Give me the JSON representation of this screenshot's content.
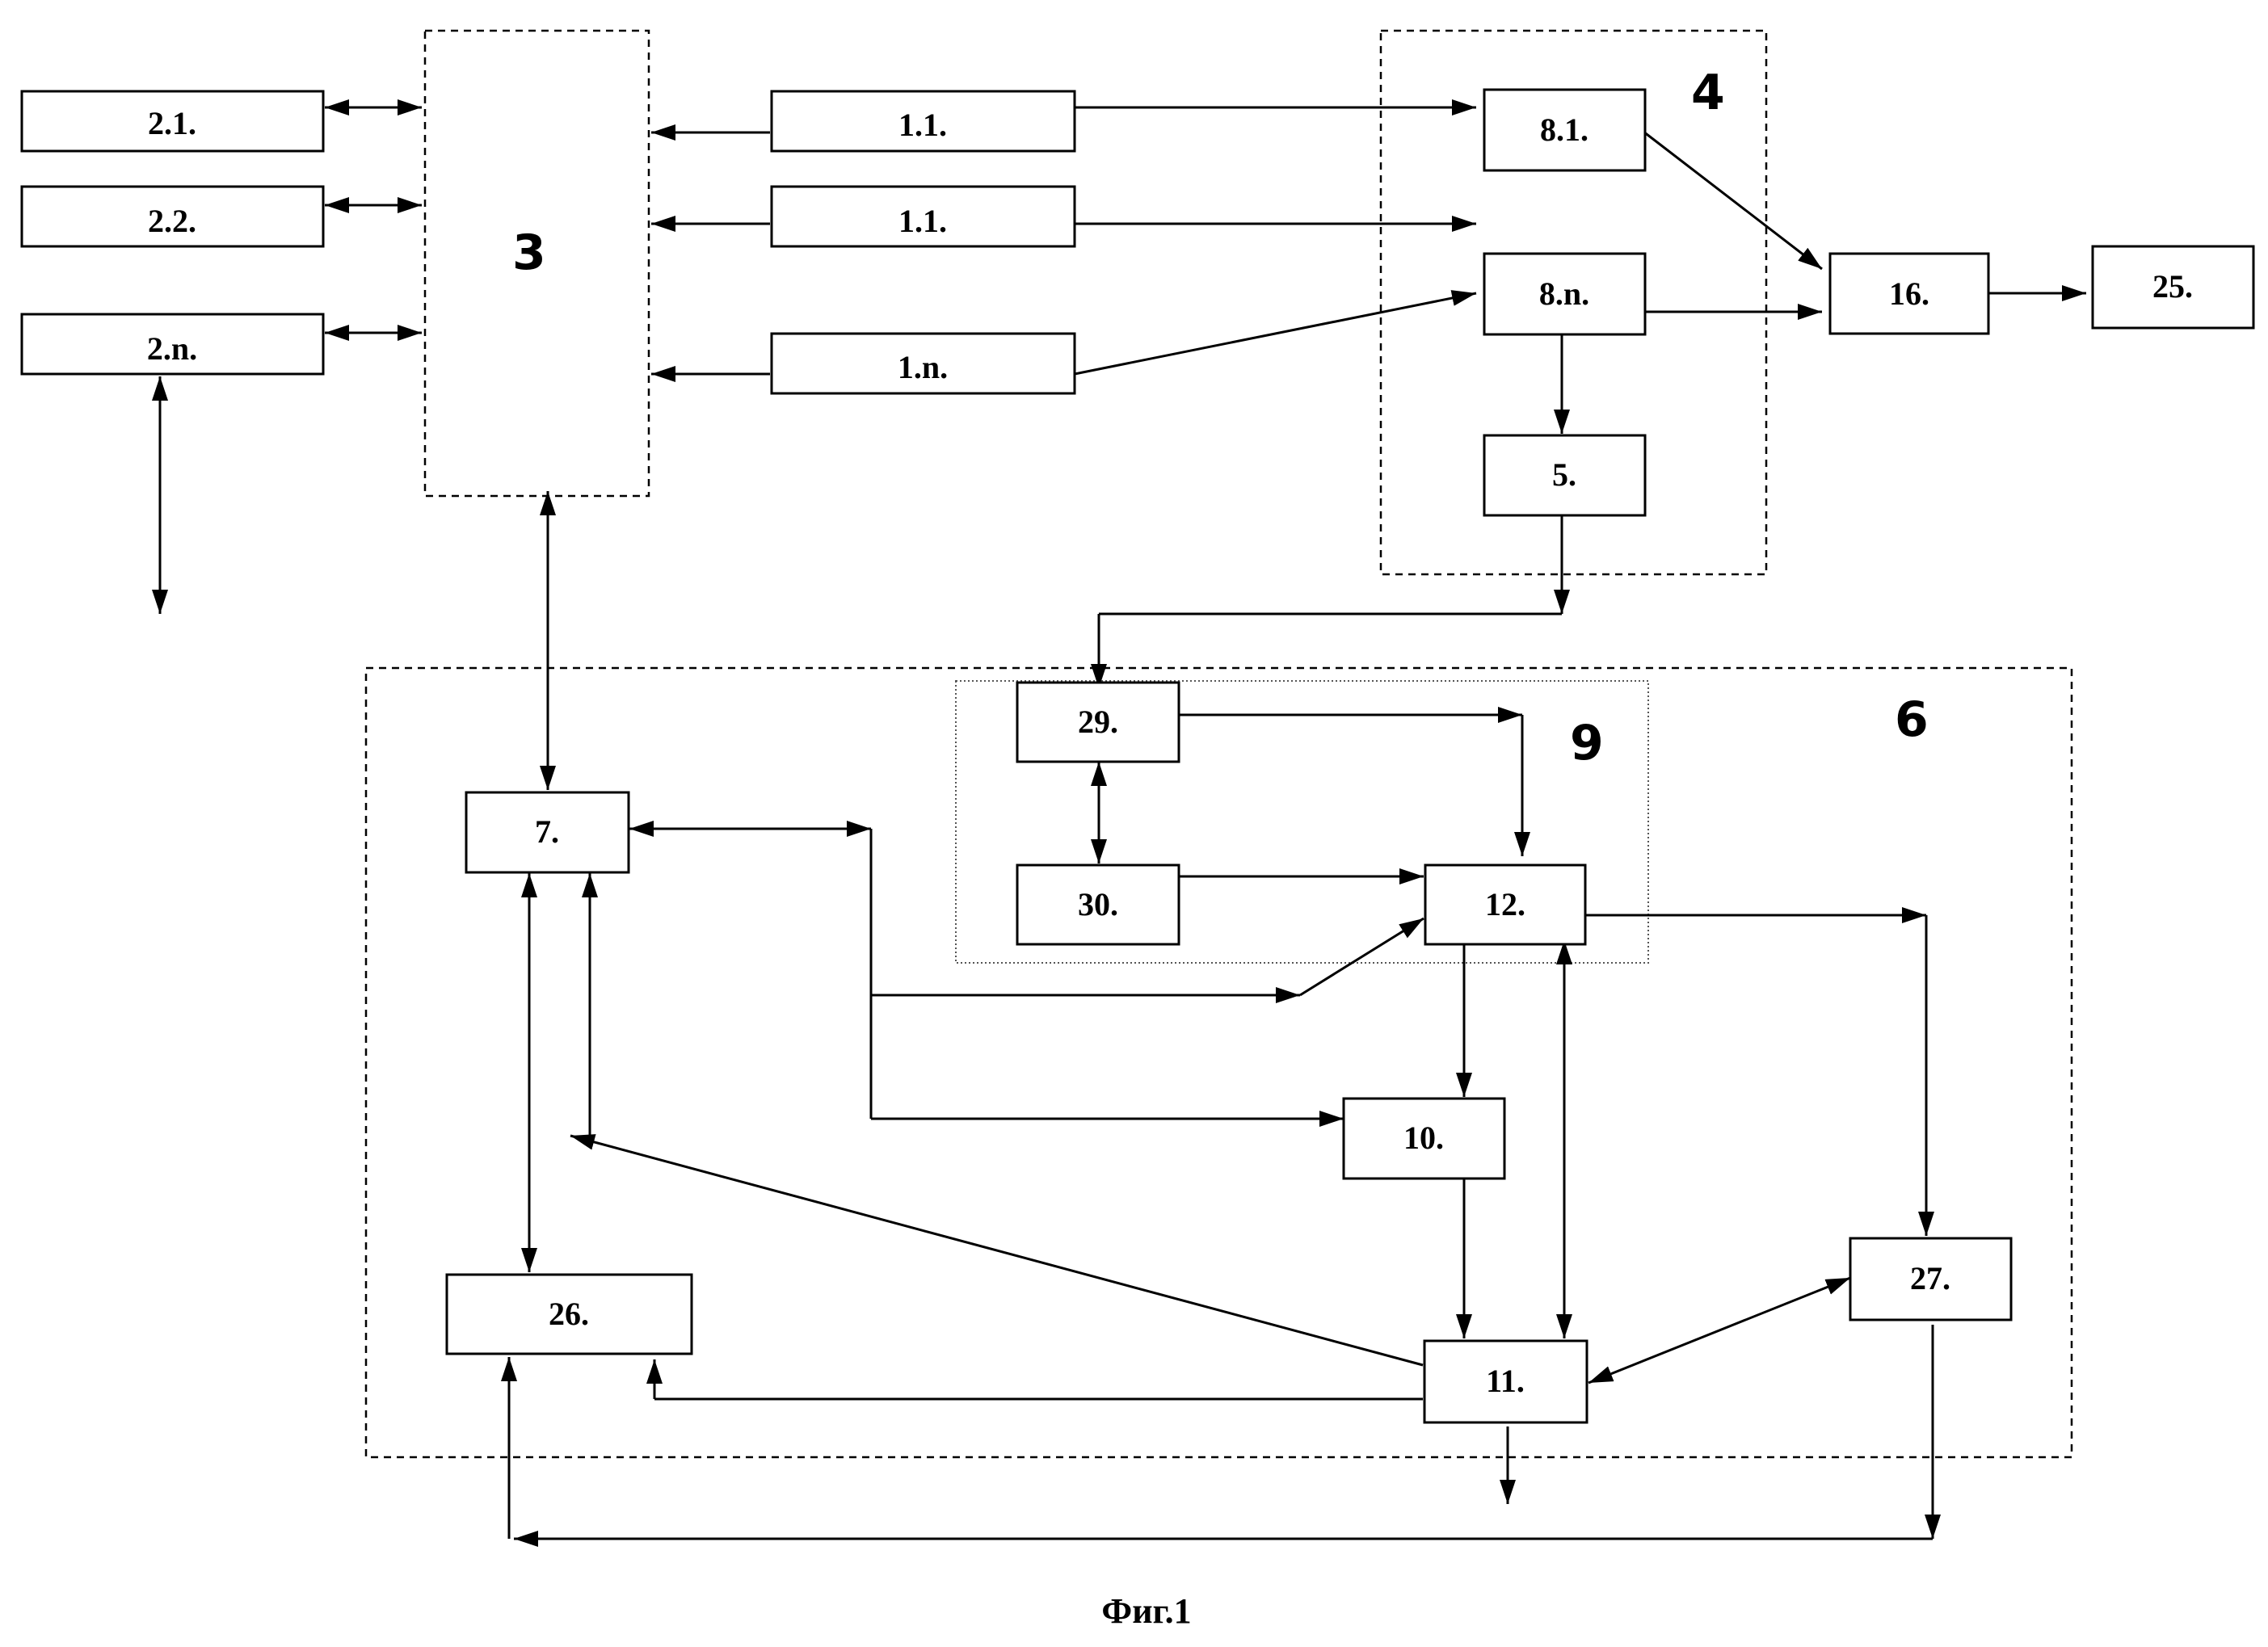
{
  "blocks": {
    "b2_1": "2.1.",
    "b2_2": "2.2.",
    "b2_n": "2.n.",
    "b1_1a": "1.1.",
    "b1_1b": "1.1.",
    "b1_n": "1.n.",
    "b8_1": "8.1.",
    "b8_n": "8.n.",
    "b5": "5.",
    "b16": "16.",
    "b25": "25.",
    "b29": "29.",
    "b30": "30.",
    "b12": "12.",
    "b7": "7.",
    "b10": "10.",
    "b26": "26.",
    "b11": "11.",
    "b27": "27."
  },
  "groups": {
    "g3": "3",
    "g4": "4",
    "g6": "6",
    "g9": "9"
  },
  "caption": "Фиг.1"
}
